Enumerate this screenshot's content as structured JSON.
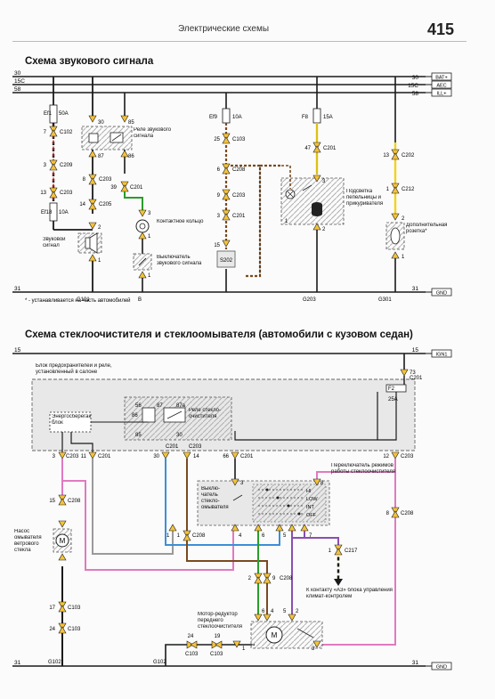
{
  "header": {
    "title": "Электрические схемы",
    "page_number": "415"
  },
  "horn": {
    "title": "Схема звукового сигнала",
    "rails": {
      "left": [
        "30",
        "15C",
        "58"
      ],
      "right": [
        "30",
        "15C",
        "58"
      ],
      "right_tags": [
        "BAT+",
        "AEC",
        "ILL+"
      ],
      "ground_left": "31",
      "ground_right": "31",
      "ground_tag": "GND"
    },
    "fuses": {
      "ef1": "Ef1",
      "ef1_val": "50A",
      "ef18": "Ef18",
      "ef18_val": "10A",
      "ef9": "Ef9",
      "ef9_val": "10A",
      "f8": "F8",
      "f8_val": "15A"
    },
    "connectors": {
      "c102_pin": "7",
      "c102": "C102",
      "c209_pin": "3",
      "c209": "C209",
      "c203a_pin": "13",
      "c203a": "C203",
      "c203b_pin": "8",
      "c203b": "C203",
      "c205_pin": "14",
      "c205": "C205",
      "c201a_pin": "39",
      "c201a": "C201",
      "c103_pin": "25",
      "c103": "C103",
      "c208_pin": "6",
      "c208": "C208",
      "c203c_pin": "9",
      "c203c": "C203",
      "c201b_pin": "3",
      "c201b": "C201",
      "c201c_pin": "47",
      "c201c": "C201",
      "c202_pin": "13",
      "c202": "C202",
      "c212_pin": "1",
      "c212": "C212",
      "s202": "S202",
      "s202_pin": "15"
    },
    "pins": {
      "relay_30": "30",
      "relay_85": "85",
      "relay_87": "87",
      "relay_86": "86",
      "horn_2": "2",
      "horn_1": "1",
      "ring_3": "3",
      "ring_1": "1",
      "sw_1": "1",
      "light_3": "3",
      "light_1": "1",
      "light_2": "2",
      "socket_2": "2",
      "socket_1": "1"
    },
    "labels": {
      "relay": "Реле звукового сигнала",
      "horn": "Звуковой сигнал",
      "ring": "Контактное кольцо",
      "switch": "Выключатель звукового сигнала",
      "light": "Подсветка пепельницы и прикуривателя",
      "socket": "Дополнительная розетка*",
      "g101": "G101",
      "b": "B",
      "g203": "G203",
      "g301": "G301"
    },
    "footnote": "* - устанавливается на часть автомобилей"
  },
  "wiper": {
    "title": "Схема стеклоочистителя и стеклоомывателя (автомобили с кузовом седан)",
    "rails": {
      "top_left": "15",
      "top_right": "15",
      "top_tag": "IGN1",
      "gnd_left": "31",
      "gnd_right": "31",
      "gnd_tag": "GND"
    },
    "box_label": "Блок предохранителей и реле, установленный в салоне",
    "eco_block": "Энергосберегающий блок",
    "relay_label": "Реле стекло- очистителя",
    "relay_pins": [
      "56",
      "87",
      "87a",
      "86",
      "85",
      "30"
    ],
    "fuse": "F2",
    "fuse_val": "25A",
    "c201_top_pin": "73",
    "c201_top": "C201",
    "conn": {
      "c201_r1": "C201",
      "c203_r1": "C203",
      "p3": "3",
      "c203_a": "C203",
      "p11": "11",
      "c201_a": "C201",
      "p30": "30",
      "p14": "14",
      "p66": "66",
      "c201_b": "C201",
      "p12": "12",
      "c203_b": "C203",
      "p15": "15",
      "c208_a": "C208",
      "p8": "8",
      "c208_b": "C208",
      "p1": "1",
      "c208_c": "C208",
      "p17": "17",
      "c103_a": "C103",
      "p24": "24",
      "c103_b": "C103",
      "p2": "2",
      "p9": "9",
      "c208_d": "C208",
      "c217_pin": "1",
      "c217": "C217",
      "p24b": "24",
      "p19": "19",
      "c103_c": "C103",
      "c103_d": "C103"
    },
    "labels": {
      "mode_switch": "Переключатель режимов работы стеклоочистителя",
      "washer_switch": "Выклю- чатель стекло- омывателя",
      "pump": "Насос омывателя ветрового стекла",
      "motor": "Мотор-редуктор переднего стеклоочистителя",
      "ac_block": "К контакту «A3» блока управления климат-контролем",
      "g102a": "G102",
      "g102b": "G102"
    },
    "modes": [
      "HI",
      "LOW",
      "INT",
      "OFF"
    ],
    "switch_pins": [
      "3",
      "8",
      "1",
      "4",
      "6",
      "5",
      "7"
    ],
    "motor_pins": [
      "6",
      "4",
      "5",
      "2",
      "1",
      "3"
    ]
  },
  "colors": {
    "wire_black": "#1a1a1a",
    "wire_green": "#2a9d2a",
    "wire_yellow": "#f2d21b",
    "wire_brown": "#7a4a1e",
    "wire_blue": "#3c8fd8",
    "wire_pink": "#e07ac0",
    "wire_violet": "#8a4fb0",
    "wire_grey": "#9a9a9a",
    "wire_red": "#d42020",
    "connector_fill": "#f4c23a",
    "box_fill": "#e8e8e8"
  }
}
